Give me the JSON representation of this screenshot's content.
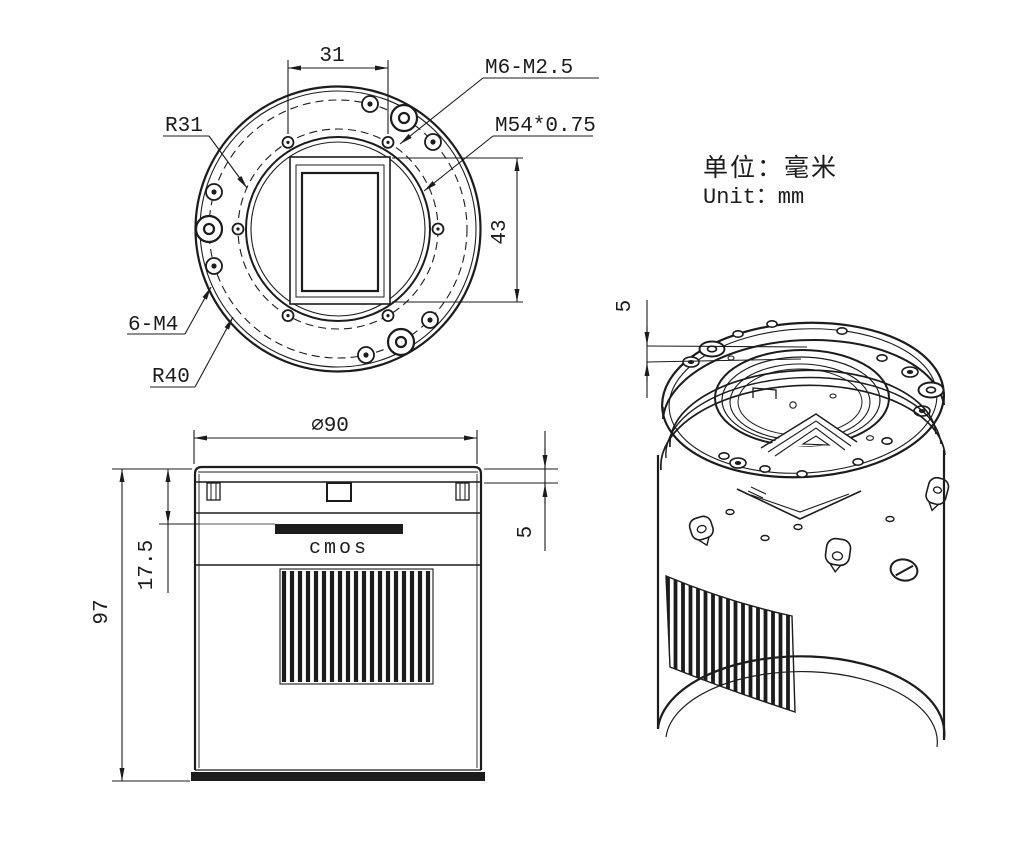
{
  "colors": {
    "ink": "#1c1c1c",
    "paper": "#ffffff"
  },
  "units": {
    "cn": "单位：毫米",
    "en": "Unit：mm"
  },
  "front_view": {
    "dim_hole_spacing": "31",
    "label_counterbore": "M6-M2.5",
    "label_thread": "M54*0.75",
    "label_radius_inner": "R31",
    "dim_sensor_height": "43",
    "label_mount_holes": "6-M4",
    "label_radius_outer": "R40"
  },
  "side_view": {
    "dim_diameter": "∅90",
    "dim_flange_thickness": "5",
    "dim_sensor_depth": "17.5",
    "dim_height": "97",
    "label_sensor": "cmos"
  },
  "iso_view": {
    "dim_flange_thickness": "5"
  }
}
